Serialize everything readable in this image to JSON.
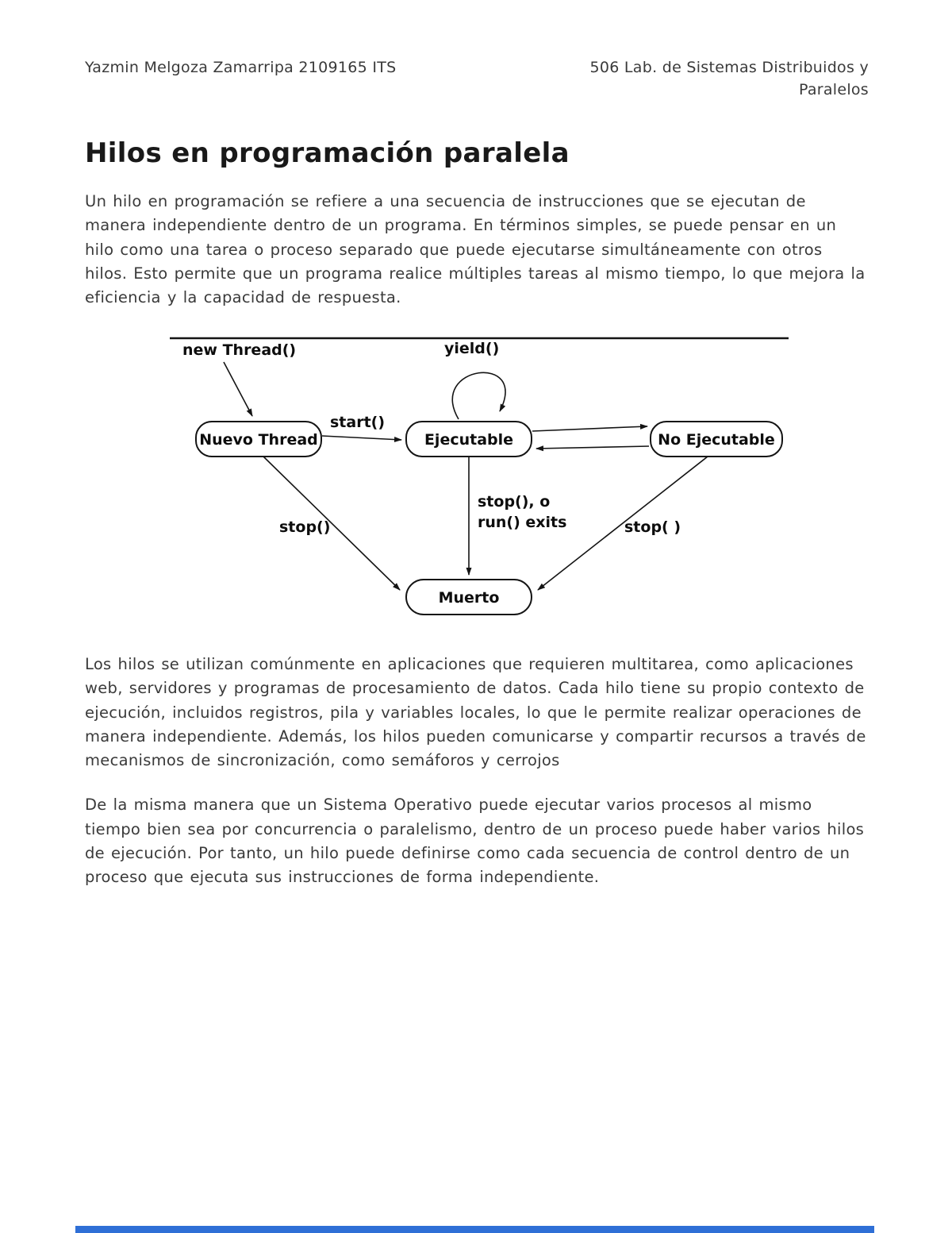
{
  "header": {
    "left": "Yazmin Melgoza Zamarripa 2109165 ITS",
    "right_line1": "506 Lab. de Sistemas Distribuidos y",
    "right_line2": "Paralelos"
  },
  "title": "Hilos en programación paralela",
  "paragraphs": {
    "p1": "Un hilo en programación se refiere a una secuencia de instrucciones que se ejecutan de manera independiente dentro de un programa. En términos simples, se puede pensar en un hilo como una tarea o proceso separado que puede ejecutarse simultáneamente con otros hilos. Esto permite que un programa realice múltiples tareas al mismo tiempo, lo que mejora la eficiencia y la capacidad de respuesta.",
    "p2": "Los hilos se utilizan comúnmente en aplicaciones que requieren multitarea, como aplicaciones web, servidores y programas de procesamiento de datos. Cada hilo tiene su propio contexto de ejecución, incluidos registros, pila y variables locales, lo que le permite realizar operaciones de manera independiente. Además, los hilos pueden comunicarse y compartir recursos a través de mecanismos de sincronización, como semáforos y cerrojos",
    "p3": "De la misma manera que un Sistema Operativo puede ejecutar varios procesos al mismo tiempo bien sea por concurrencia o paralelismo, dentro de un proceso puede haber varios hilos de ejecución. Por tanto, un hilo puede definirse como cada secuencia de control dentro de un proceso que ejecuta sus instrucciones de forma independiente."
  },
  "diagram": {
    "states": {
      "nuevo": "Nuevo Thread",
      "ejecutable": "Ejecutable",
      "no_ejecutable": "No Ejecutable",
      "muerto": "Muerto"
    },
    "labels": {
      "new_thread": "new Thread()",
      "yield": "yield()",
      "start": "start()",
      "stop_left": "stop()",
      "stop_center_line1": "stop(), o",
      "stop_center_line2": "run() exits",
      "stop_right": "stop( )"
    }
  }
}
